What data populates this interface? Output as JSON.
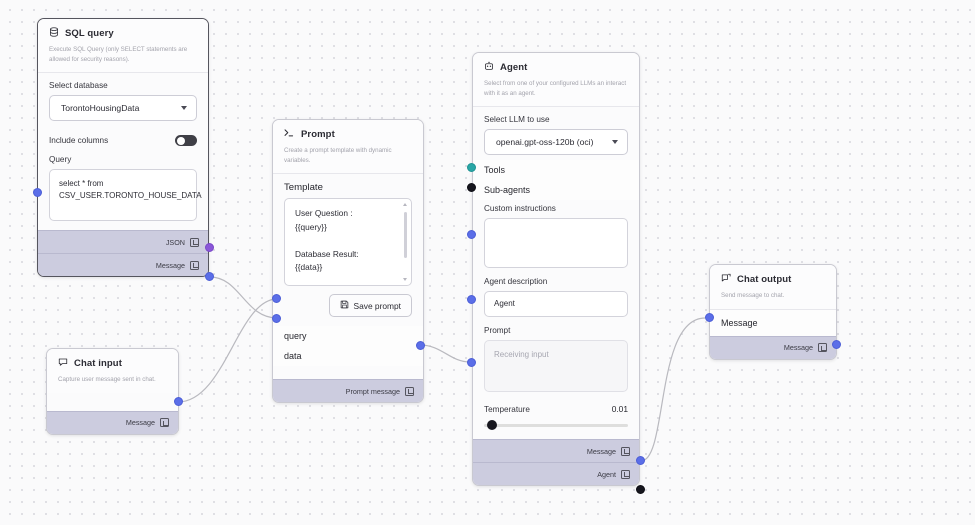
{
  "canvas": {
    "background": "#fafafb",
    "dot_color": "#d6d6dd",
    "edge_color": "#b9b9bf"
  },
  "nodes": {
    "sql_query": {
      "icon": "database-icon",
      "title": "SQL query",
      "subtitle": "Execute SQL Query (only SELECT statements are allowed for security reasons).",
      "select_database_label": "Select database",
      "database_value": "TorontoHousingData",
      "include_columns_label": "Include columns",
      "include_columns_state": "on",
      "query_label": "Query",
      "query_value": "select * from CSV_USER.TORONTO_HOUSE_DATA",
      "outputs": [
        {
          "label": "JSON",
          "color": "#8a57d8"
        },
        {
          "label": "Message",
          "color": "#5b6ee8"
        }
      ]
    },
    "chat_input": {
      "icon": "chat-bubble-icon",
      "title": "Chat input",
      "subtitle": "Capture user message sent in chat.",
      "outputs": [
        {
          "label": "Message",
          "color": "#5b6ee8"
        }
      ]
    },
    "prompt": {
      "icon": "terminal-icon",
      "title": "Prompt",
      "subtitle": "Create a prompt template with dynamic variables.",
      "template_label": "Template",
      "template_value": "User Question :\n{{query}}\n\nDatabase Result:\n{{data}}\n\nInstructions:",
      "save_button": "Save prompt",
      "save_button_icon": "save-disk-icon",
      "inputs": [
        {
          "label": "query",
          "color": "#5b6ee8"
        },
        {
          "label": "data",
          "color": "#5b6ee8"
        }
      ],
      "outputs": [
        {
          "label": "Prompt message",
          "color": "#5b6ee8"
        }
      ]
    },
    "agent": {
      "icon": "robot-icon",
      "title": "Agent",
      "subtitle": "Select from one of your configured LLMs an interact with it as an agent.",
      "llm_label": "Select LLM to use",
      "llm_value": "openai.gpt-oss-120b (oci)",
      "tools_label": "Tools",
      "tools_color": "#2aa6a6",
      "subagents_label": "Sub-agents",
      "subagents_color": "#16161e",
      "custom_instructions_label": "Custom instructions",
      "custom_instructions_value": "",
      "agent_description_label": "Agent description",
      "agent_description_value": "Agent",
      "prompt_label": "Prompt",
      "prompt_placeholder": "Receiving input",
      "temperature_label": "Temperature",
      "temperature_value": "0.01",
      "outputs": [
        {
          "label": "Message",
          "color": "#5b6ee8"
        },
        {
          "label": "Agent",
          "color": "#16161e"
        }
      ]
    },
    "chat_output": {
      "icon": "chat-send-icon",
      "title": "Chat output",
      "subtitle": "Send message to chat.",
      "message_input_label": "Message",
      "outputs": [
        {
          "label": "Message",
          "color": "#5b6ee8"
        }
      ]
    }
  }
}
